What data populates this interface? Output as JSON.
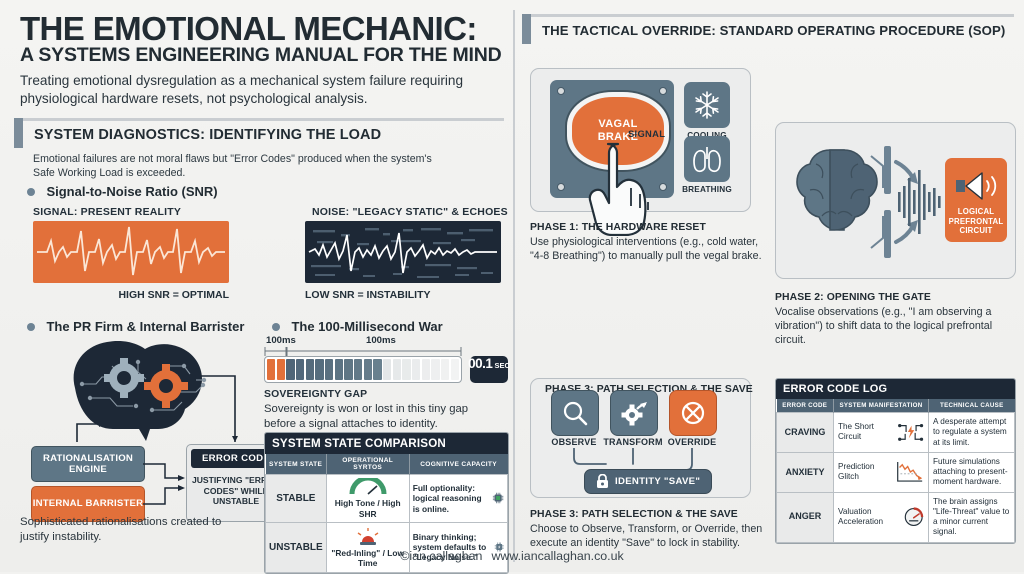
{
  "header": {
    "title_line1": "THE EMOTIONAL MECHANIC:",
    "title_line2": "A SYSTEMS ENGINEERING MANUAL FOR THE MIND",
    "subtitle": "Treating emotional dysregulation as a mechanical system failure requiring physiological hardware resets, not psychological analysis."
  },
  "left": {
    "section_title": "SYSTEM DIAGNOSTICS: IDENTIFYING THE LOAD",
    "section_desc": "Emotional failures are not moral flaws but \"Error Codes\" produced when the system's Safe Working Load is exceeded.",
    "snr": {
      "heading": "Signal-to-Noise Ratio (SNR)",
      "signal_label": "SIGNAL: PRESENT REALITY",
      "noise_label": "NOISE: \"LEGACY STATIC\" & ECHOES",
      "signal_caption": "HIGH SNR = OPTIMAL",
      "noise_caption": "LOW SNR = INSTABILITY",
      "signal_color": "#e2703a",
      "noise_color": "#1d2836"
    },
    "pr_firm": {
      "heading": "The PR Firm & Internal Barrister",
      "box_rationalisation": "RATIONALISATION ENGINE",
      "box_barrister": "INTERNAL BARRISTER",
      "error_code_title": "ERROR CODE",
      "error_code_body": "JUSTIFYING \"ERROR CODES\" WHILE UNSTABLE",
      "note": "Sophisticated rationalisations created to justify instability."
    },
    "ms_war": {
      "heading": "The 100-Millisecond War",
      "tick_left": "100ms",
      "tick_right": "100ms",
      "clock_value": "00.1",
      "clock_unit": "SEC",
      "gap_title": "SOVEREIGNTY GAP",
      "gap_desc": "Sovereignty is won or lost in this tiny gap before a signal attaches to identity.",
      "segments": {
        "orange": 2,
        "filled": 10,
        "empty": 8,
        "orange_color": "#e2703a",
        "filled_color": "#556b7c",
        "empty_color": "#e8eaea"
      }
    },
    "state_table": {
      "title": "SYSTEM STATE COMPARISON",
      "columns": [
        "SYSTEM STATE",
        "OPERATIONAL SYRTOS",
        "COGNITIVE CAPACITY"
      ],
      "rows": [
        {
          "state": "STABLE",
          "symptom": "High Tone / High SHR",
          "symptom_icon": "gauge-green-icon",
          "capacity": "Full optionality: logical reasoning is online.",
          "capacity_icon": "chip-green-icon"
        },
        {
          "state": "UNSTABLE",
          "symptom": "\"Red-Inling\" / Low Time",
          "symptom_icon": "siren-red-icon",
          "capacity": "Binary thinking; system defaults to \"Legacy Noise.\"",
          "capacity_icon": "chip-blue-bolt-icon"
        }
      ]
    }
  },
  "right": {
    "section_title": "THE TACTICAL OVERRIDE: STANDARD OPERATING PROCEDURE (SOP)",
    "phase1": {
      "button_label_line1": "VAGAL",
      "button_label_line2": "BRAKE",
      "signal_label": "SIGNAL",
      "cooling_label": "COOLING",
      "breathing_label": "BREATHING",
      "title": "PHASE 1: THE HARDWARE RESET",
      "body": "Use physiological interventions (e.g., cold water, \"4-8 Breathing\") to manually pull the vegal brake."
    },
    "phase2": {
      "circuit_label_line1": "LOGICAL",
      "circuit_label_line2": "PREFRONTAL",
      "circuit_label_line3": "CIRCUIT",
      "title": "PHASE 2: OPENING THE GATE",
      "body": "Vocalise observations (e.g., \"I am observing a vibration\") to shift data to the logical prefrontal circuit."
    },
    "phase3": {
      "panel_title": "PHASE 3: PATH SELECTION & THE SAVE",
      "paths": [
        {
          "label": "OBSERVE",
          "icon": "magnifier-icon",
          "color": "#5e7686"
        },
        {
          "label": "TRANSFORM",
          "icon": "gear-arrow-icon",
          "color": "#5e7686"
        },
        {
          "label": "OVERRIDE",
          "icon": "circle-cross-icon",
          "color": "#e2703a"
        }
      ],
      "save_label": "IDENTITY \"SAVE\"",
      "save_icon": "padlock-icon",
      "title": "PHASE 3: PATH SELECTION & THE SAVE",
      "body": "Choose to Observe, Transform, or Override, then execute an identity \"Save\" to lock in stability."
    },
    "error_log": {
      "title": "ERROR CODE LOG",
      "columns": [
        "ERROR CODE",
        "SYSTEM MANIFESTATION",
        "TECHNICAL CAUSE"
      ],
      "rows": [
        {
          "code": "CRAVING",
          "manifestation": "The Short Circuit",
          "manifestation_icon": "circuit-bolt-icon",
          "cause": "A desperate attempt to regulate a system at its limit."
        },
        {
          "code": "ANXIETY",
          "manifestation": "Prediction Glitch",
          "manifestation_icon": "declining-chart-icon",
          "cause": "Future simulations attaching to present-moment hardware."
        },
        {
          "code": "ANGER",
          "manifestation": "Valuation Acceleration",
          "manifestation_icon": "speedometer-icon",
          "cause": "The brain assigns \"Life-Threat\" value to a minor current signal."
        }
      ]
    }
  },
  "footer": {
    "copyright": "©ian callaghan",
    "website": "www.iancallaghan.co.uk"
  }
}
